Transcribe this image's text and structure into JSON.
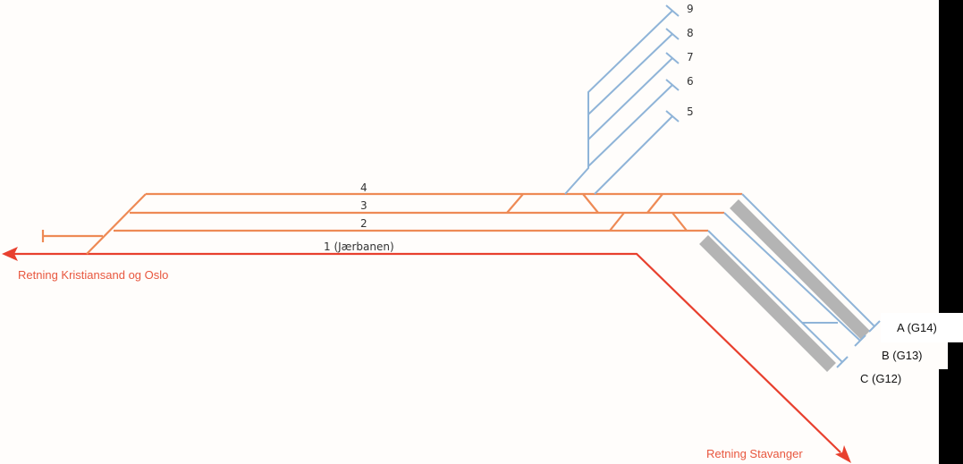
{
  "tracks": {
    "track_4": "4",
    "track_3": "3",
    "track_2": "2",
    "track_1": "1 (Jærbanen)"
  },
  "sidings": [
    "9",
    "8",
    "7",
    "6",
    "5"
  ],
  "platform_tracks": [
    "A (G14)",
    "B (G13)",
    "C (G12)"
  ],
  "directions": {
    "west": "Retning Kristiansand og Oslo",
    "south": "Retning Stavanger"
  },
  "colors": {
    "main_track": "#ee8a55",
    "through_line": "#e8402e",
    "siding": "#8fb4d8",
    "platform": "#b4b4b4"
  }
}
